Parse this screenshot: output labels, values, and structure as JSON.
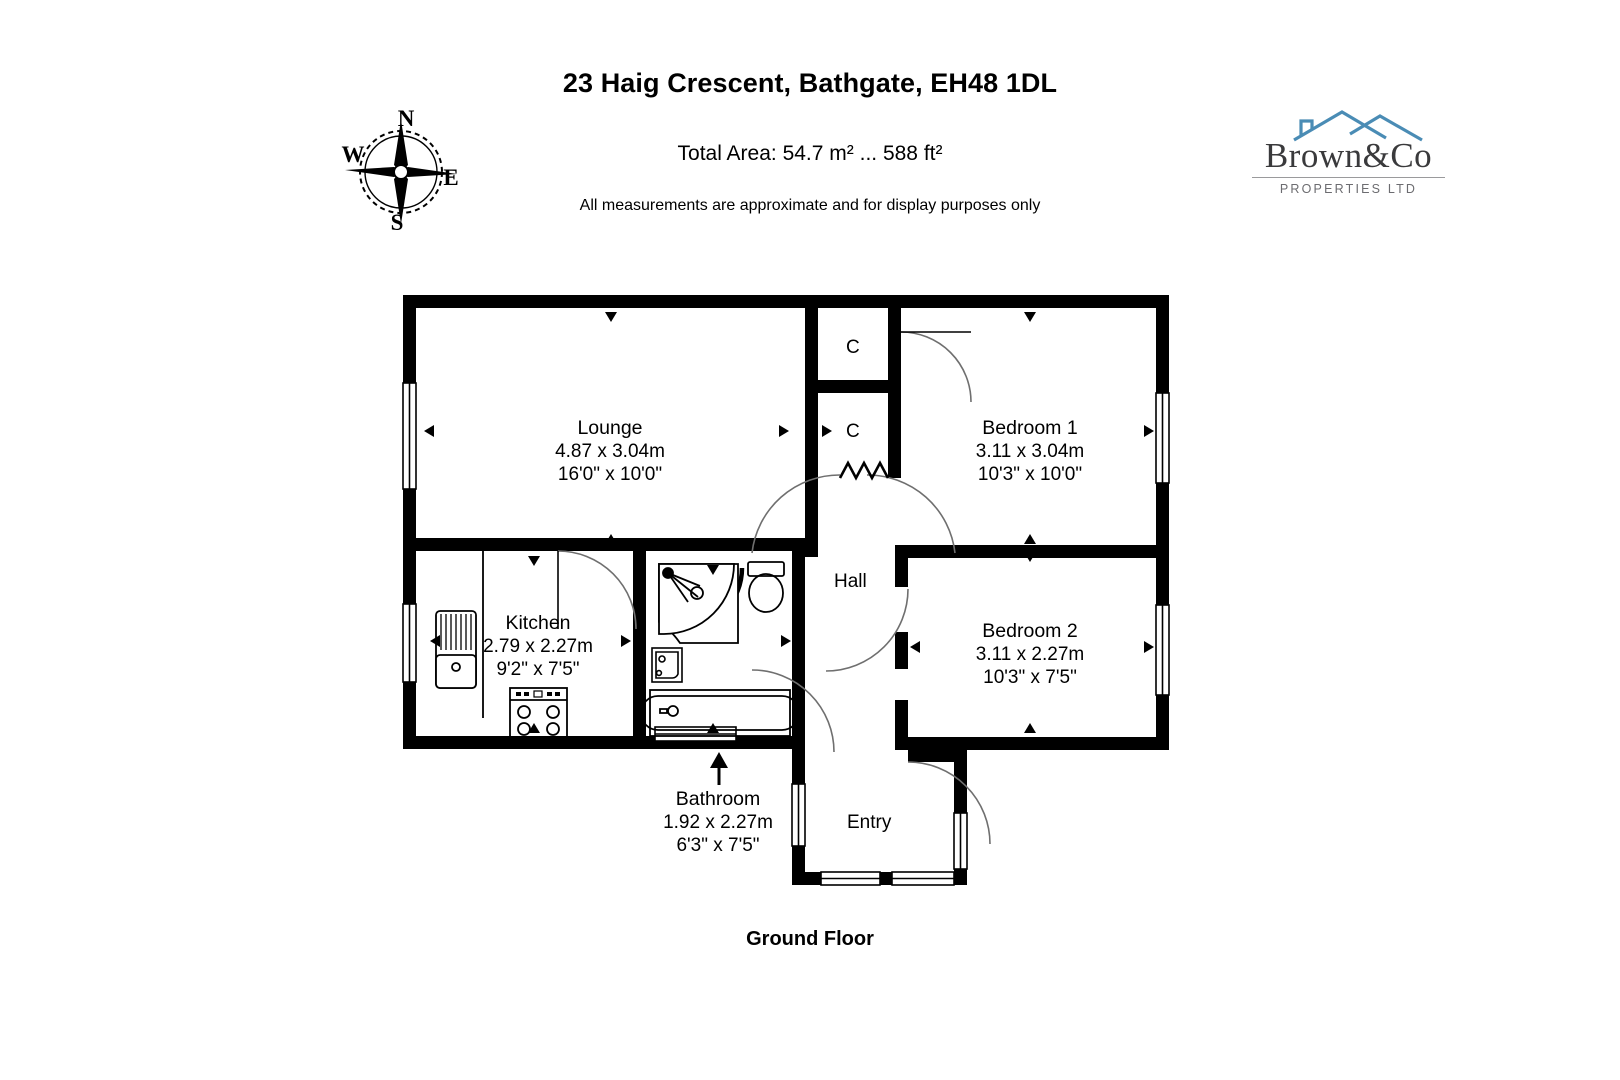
{
  "header": {
    "title": "23 Haig Crescent, Bathgate, EH48 1DL",
    "total_area": "Total Area: 54.7 m² ... 588 ft²",
    "disclaimer": "All measurements are approximate and for display purposes only"
  },
  "compass": {
    "north": "N",
    "south": "S",
    "east": "E",
    "west": "W"
  },
  "logo": {
    "word": "Brown&Co",
    "subtitle": "PROPERTIES LTD",
    "roof_color": "#4a8cb5",
    "text_color": "#3a3a3c"
  },
  "floor": {
    "label": "Ground Floor"
  },
  "rooms": [
    {
      "name": "Lounge",
      "metric": "4.87 x 3.04m",
      "imperial": "16'0\" x 10'0\""
    },
    {
      "name": "Bedroom 1",
      "metric": "3.11 x 3.04m",
      "imperial": "10'3\" x 10'0\""
    },
    {
      "name": "Kitchen",
      "metric": "2.79 x 2.27m",
      "imperial": "9'2\" x 7'5\""
    },
    {
      "name": "Bedroom 2",
      "metric": "3.11 x 2.27m",
      "imperial": "10'3\" x 7'5\""
    },
    {
      "name": "Bathroom",
      "metric": "1.92 x 2.27m",
      "imperial": "6'3\" x 7'5\""
    }
  ],
  "areas": {
    "hall": "Hall",
    "entry": "Entry",
    "cupboard_upper": "C",
    "cupboard_lower": "C"
  },
  "colors": {
    "wall": "#000000",
    "fixture_stroke": "#000000",
    "door_arc": "#6a6a6a",
    "background": "#ffffff"
  }
}
